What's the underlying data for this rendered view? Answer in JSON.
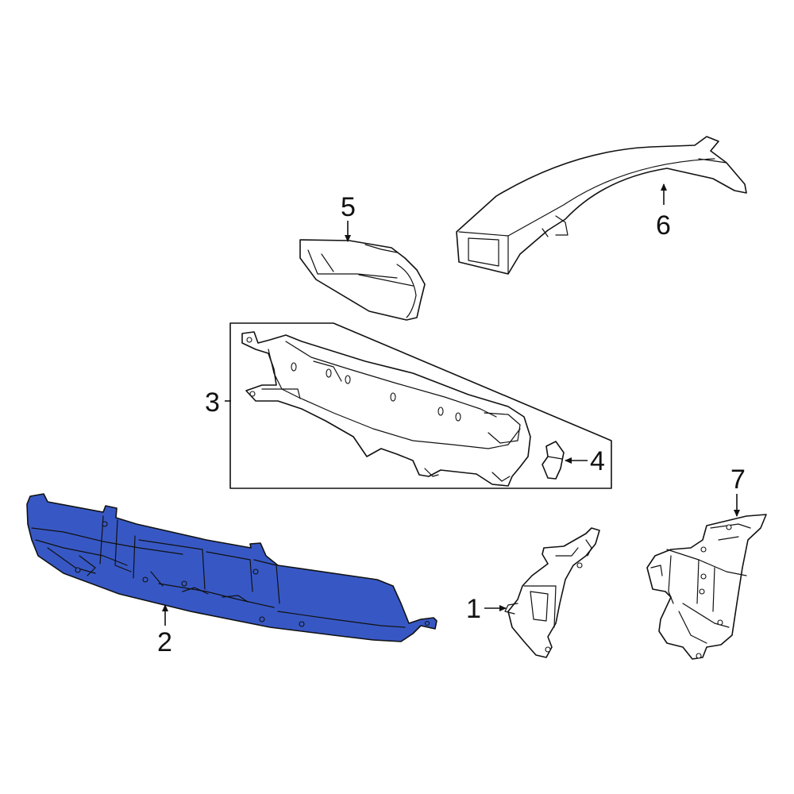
{
  "callouts": [
    {
      "id": "1",
      "label": "1"
    },
    {
      "id": "2",
      "label": "2"
    },
    {
      "id": "3",
      "label": "3"
    },
    {
      "id": "4",
      "label": "4"
    },
    {
      "id": "5",
      "label": "5"
    },
    {
      "id": "6",
      "label": "6"
    },
    {
      "id": "7",
      "label": "7"
    }
  ],
  "colors": {
    "highlight": "#3758c4",
    "line": "#111111",
    "background": "#ffffff"
  }
}
